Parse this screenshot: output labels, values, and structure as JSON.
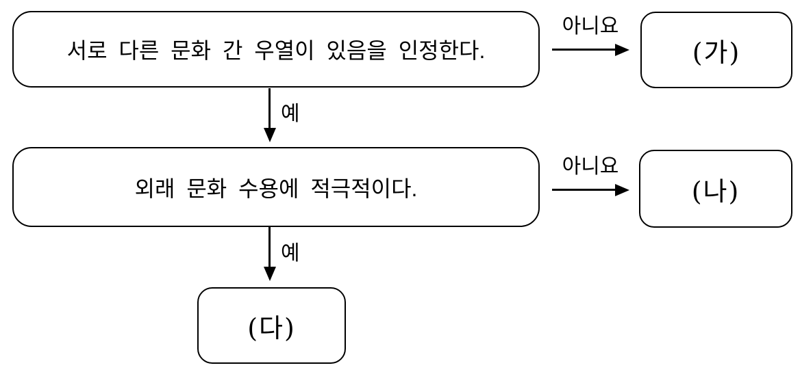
{
  "flowchart": {
    "background": "#ffffff",
    "line_color": "#000000",
    "nodes": {
      "q1": {
        "text": "서로 다른 문화 간 우열이 있음을 인정한다.",
        "type": "question"
      },
      "q2": {
        "text": "외래 문화 수용에 적극적이다.",
        "type": "question"
      },
      "ga": {
        "text": "(가)",
        "type": "result"
      },
      "na": {
        "text": "(나)",
        "type": "result"
      },
      "da": {
        "text": "(다)",
        "type": "result"
      }
    },
    "edges": [
      {
        "from": "q1",
        "to": "ga",
        "label": "아니요",
        "direction": "right"
      },
      {
        "from": "q1",
        "to": "q2",
        "label": "예",
        "direction": "down"
      },
      {
        "from": "q2",
        "to": "na",
        "label": "아니요",
        "direction": "right"
      },
      {
        "from": "q2",
        "to": "da",
        "label": "예",
        "direction": "down"
      }
    ]
  }
}
